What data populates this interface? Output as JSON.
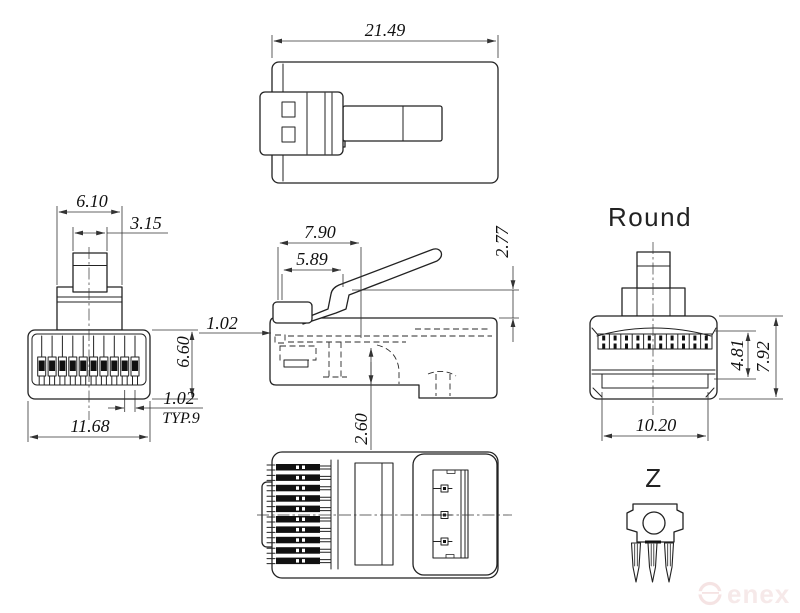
{
  "drawing": {
    "top_view": {
      "dim_overall_length": "21.49"
    },
    "front_view": {
      "dim_latch_step_width": "6.10",
      "dim_latch_tab_width": "3.15",
      "dim_body_height": "6.60",
      "dim_body_width": "11.68",
      "dim_contact_pitch": "1.02",
      "dim_contact_pitch_note": "TYP.9"
    },
    "side_view": {
      "dim_latch_length": "7.90",
      "dim_latch_inner_length": "5.89",
      "dim_front_lip": "1.02",
      "dim_latch_rise": "2.77",
      "dim_contact_depth": "2.60"
    },
    "rear_view": {
      "label": "Round",
      "dim_cavity_height": "4.81",
      "dim_body_height": "7.92",
      "dim_cavity_width": "10.20"
    },
    "detail_view": {
      "label": "Z"
    },
    "watermark": {
      "brand": "enex"
    }
  },
  "colors": {
    "outline": "#222222",
    "dimension": "#333333",
    "watermark": "#f6e9e9"
  }
}
